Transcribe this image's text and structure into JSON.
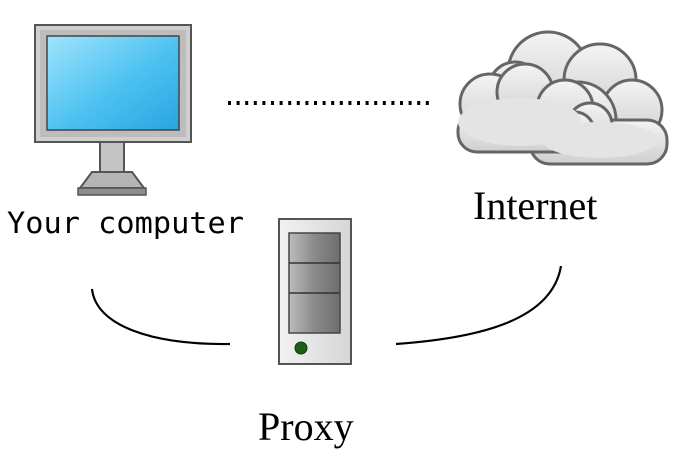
{
  "labels": {
    "computer": "Your computer",
    "internet": "Internet",
    "proxy": "Proxy"
  },
  "icons": {
    "computer": "monitor-icon",
    "internet": "cloud-icon",
    "proxy": "server-tower-icon"
  },
  "colors": {
    "screen": "#3db8ef",
    "screen_bezel": "#c8c8c8",
    "cloud": "#e6e6e6",
    "outline": "#666666",
    "server_panel": "#8c8c8c",
    "power_led": "#1a5e1a",
    "connector": "#000000"
  }
}
